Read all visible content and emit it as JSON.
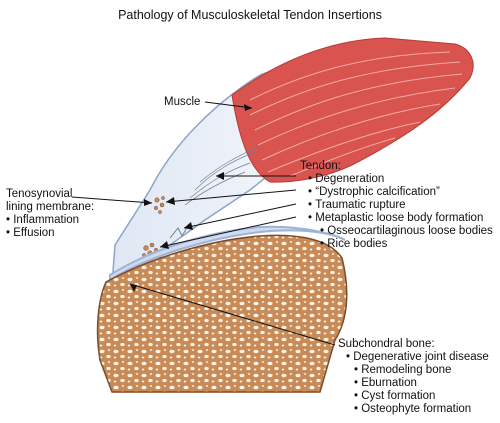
{
  "title": "Pathology of Musculoskeletal Tendon Insertions",
  "labels": {
    "muscle": "Muscle",
    "tendon": {
      "heading": "Tendon:",
      "items": [
        "Degeneration",
        "“Dystrophic calcification”",
        "Traumatic rupture",
        "Metaplastic loose body formation"
      ],
      "subitems": [
        "Osseocartilaginous loose bodies",
        "Rice bodies"
      ]
    },
    "tenosynovial": {
      "line1": "Tenosynovial",
      "line2": "lining membrane:",
      "items": [
        "Inflammation",
        "Effusion"
      ]
    },
    "subchondral": {
      "heading": "Subchondral bone:",
      "items": [
        "Degenerative joint disease"
      ],
      "subitems": [
        "Remodeling bone",
        "Eburnation",
        "Cyst formation",
        "Osteophyte formation"
      ]
    }
  },
  "colors": {
    "muscle": "#d9534f",
    "muscle_stripe": "#f2a9a4",
    "tendon": "#e9eef6",
    "sheath": "#9fb3d6",
    "bone": "#c88a57",
    "bone_pore": "#fbf3e6"
  }
}
